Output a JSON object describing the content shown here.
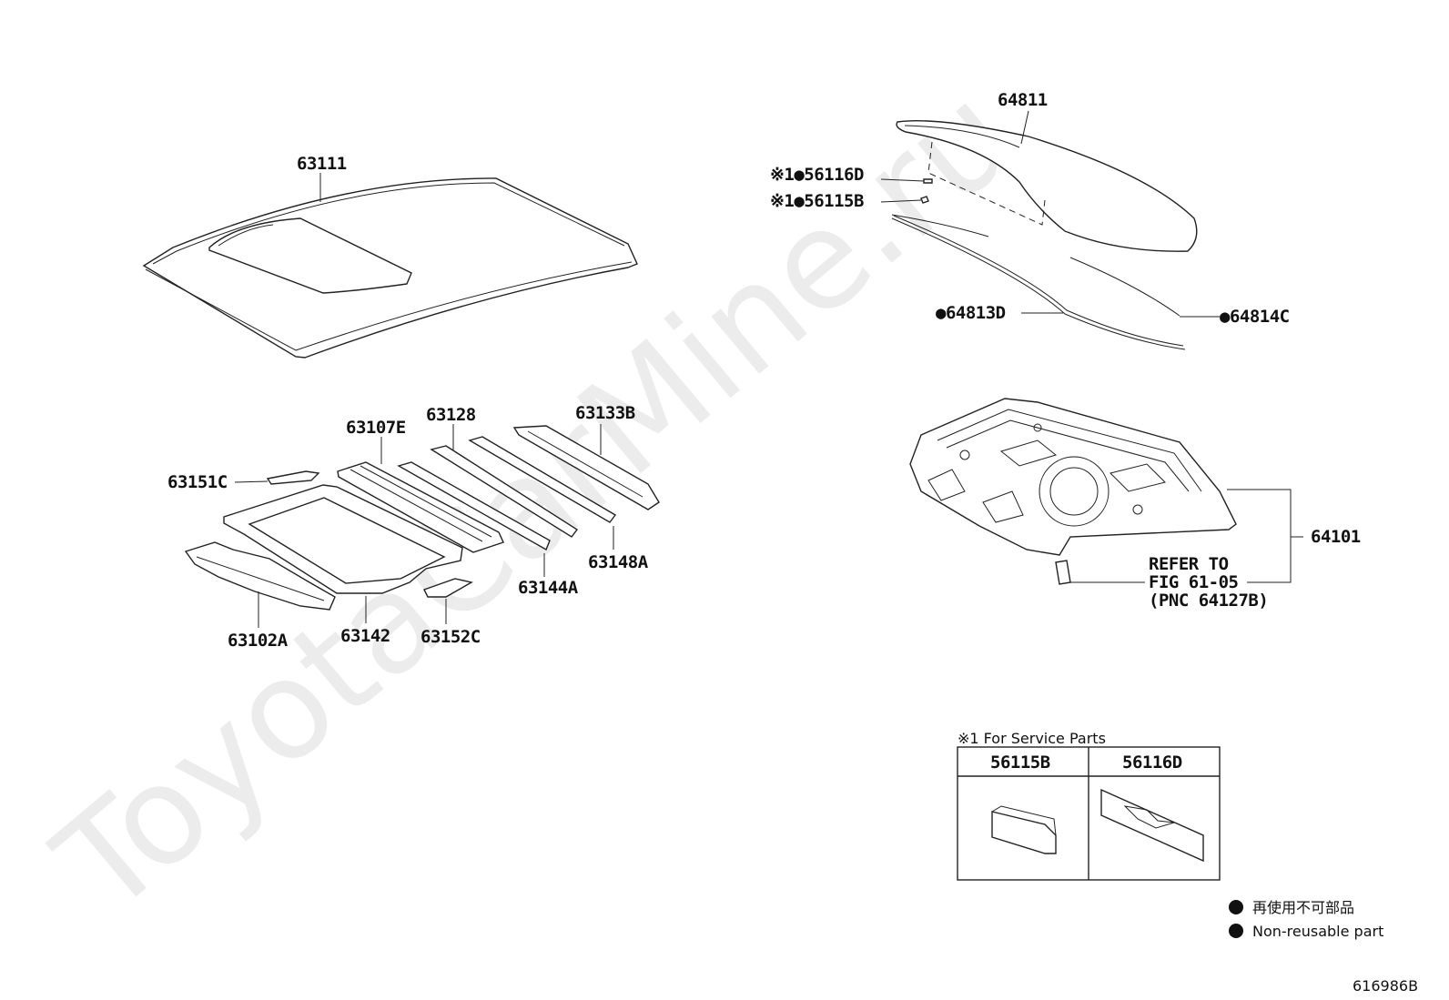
{
  "watermark": "ToyotaCarMine.ru",
  "labels": {
    "p63111": "63111",
    "p64811": "64811",
    "p56116D": "※1●56116D",
    "p56115B": "※1●56115B",
    "p64813D": "●64813D",
    "p64814C": "●64814C",
    "p63107E": "63107E",
    "p63128": "63128",
    "p63133B": "63133B",
    "p63151C": "63151C",
    "p63148A": "63148A",
    "p63144A": "63144A",
    "p63102A": "63102A",
    "p63142": "63142",
    "p63152C": "63152C",
    "p64101": "64101",
    "refer1": "REFER TO",
    "refer2": "FIG 61-05",
    "refer3": "(PNC 64127B)"
  },
  "service_parts": {
    "title": "※1 For Service Parts",
    "col1": "56115B",
    "col2": "56116D"
  },
  "legend": {
    "jp": "再使用不可部品",
    "en": "Non-reusable part"
  },
  "figure_id": "616986B"
}
